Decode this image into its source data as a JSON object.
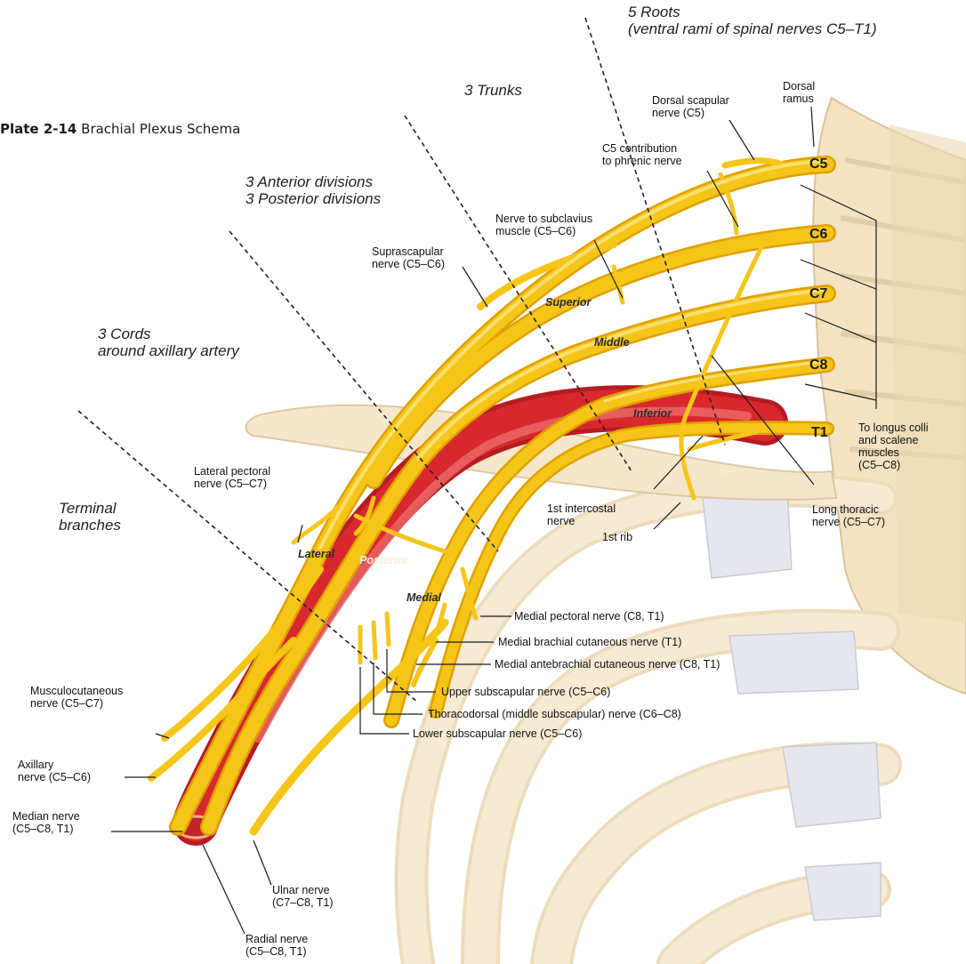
{
  "plate": {
    "number": "Plate 2-14",
    "title": "Brachial Plexus Schema"
  },
  "headers": {
    "roots": [
      "5 Roots",
      "(ventral rami of spinal nerves C5–T1)"
    ],
    "trunks": "3 Trunks",
    "divisions": [
      "3 Anterior divisions",
      "3 Posterior divisions"
    ],
    "cords": [
      "3 Cords",
      "around axillary artery"
    ],
    "terminal": [
      "Terminal",
      "branches"
    ]
  },
  "roots": [
    "C5",
    "C6",
    "C7",
    "C8",
    "T1"
  ],
  "trunk_labels": {
    "superior": "Superior",
    "middle": "Middle",
    "inferior": "Inferior"
  },
  "cord_labels": {
    "lateral": "Lateral",
    "posterior": "Posterior",
    "medial": "Medial"
  },
  "labels": {
    "dorsal_ramus": [
      "Dorsal",
      "ramus"
    ],
    "dorsal_scapular": [
      "Dorsal scapular",
      "nerve (C5)"
    ],
    "c5_phrenic": [
      "C5 contribution",
      "to phrenic nerve"
    ],
    "subclavius": [
      "Nerve to subclavius",
      "muscle (C5–C6)"
    ],
    "suprascapular": [
      "Suprascapular",
      "nerve (C5–C6)"
    ],
    "longus_colli": [
      "To longus colli",
      "and scalene",
      "muscles",
      "(C5–C8)"
    ],
    "long_thoracic": [
      "Long thoracic",
      "nerve (C5–C7)"
    ],
    "intercostal": [
      "1st intercostal",
      "nerve"
    ],
    "first_rib": "1st rib",
    "lateral_pectoral": [
      "Lateral pectoral",
      "nerve (C5–C7)"
    ],
    "medial_pectoral": "Medial pectoral nerve (C8, T1)",
    "medial_brachial": "Medial brachial cutaneous nerve (T1)",
    "medial_antebrachial": "Medial antebrachial cutaneous nerve (C8, T1)",
    "musculocutaneous": [
      "Musculocutaneous",
      "nerve (C5–C7)"
    ],
    "axillary": [
      "Axillary",
      "nerve (C5–C6)"
    ],
    "median": [
      "Median nerve",
      "(C5–C8, T1)"
    ],
    "upper_subscapular": "Upper subscapular nerve (C5–C6)",
    "thoracodorsal": "Thoracodorsal (middle subscapular) nerve (C6–C8)",
    "lower_subscapular": "Lower subscapular nerve (C5–C6)",
    "ulnar": [
      "Ulnar nerve",
      "(C7–C8, T1)"
    ],
    "radial": [
      "Radial nerve",
      "(C5–C8, T1)"
    ]
  },
  "colors": {
    "nerve": "#f5c518",
    "nerve_dark": "#e0a000",
    "artery": "#d8282e",
    "bone": "#f3e3c3",
    "bone_edge": "#d9c39a",
    "cartilage": "#e6e6ee",
    "dashed_line": "#222222"
  }
}
